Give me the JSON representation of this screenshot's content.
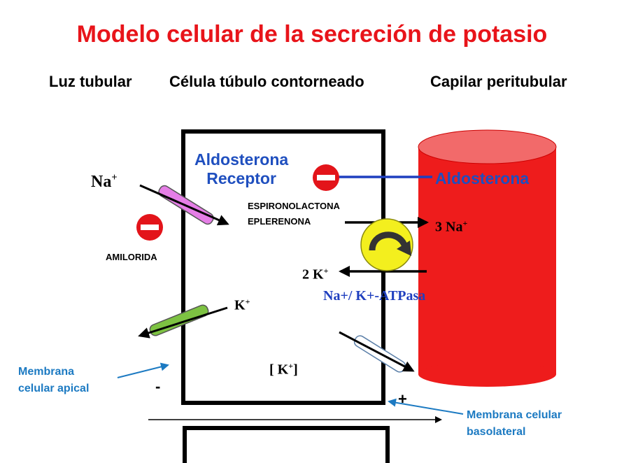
{
  "title": "Modelo celular de la secreción de potasio",
  "headers": {
    "lumen": "Luz tubular",
    "cell": "Célula túbulo contorneado",
    "capillary": "Capilar peritubular"
  },
  "receptor": {
    "line1": "Aldosterona",
    "line2": "Receptor"
  },
  "aldosterone": "Aldosterona",
  "inhibitors": {
    "line1": "ESPIRONOLACTONA",
    "line2": "EPLERENONA"
  },
  "amiloride": "AMILORIDA",
  "ions": {
    "na_lumen": "Na",
    "na_sup": "+",
    "k_channel": "K",
    "k_sup": "+",
    "na_out": "3 Na",
    "na_out_sup": "+",
    "k_in": "2 K",
    "k_in_sup": "+",
    "k_conc_open": "[ K",
    "k_conc_sup": "+",
    "k_conc_close": "]"
  },
  "pump": "Na+/ K+-ATPasa",
  "membranes": {
    "apical_line1": "Membrana",
    "apical_line2": "celular  apical",
    "basolateral_line1": "Membrana celular",
    "basolateral_line2": "basolateral"
  },
  "charges": {
    "negative": "-",
    "positive": "+"
  },
  "colors": {
    "title": "#e8141a",
    "capillary": "#ee1c1c",
    "capillary_top": "#f26a6a",
    "label_blue": "#1f4fbf",
    "membrane_label": "#1c7ac2",
    "pump": "#f3ef1e",
    "enac_channel": "#e57ee6",
    "romk_channel": "#7dc242",
    "stop_sign": "#e3141a"
  }
}
